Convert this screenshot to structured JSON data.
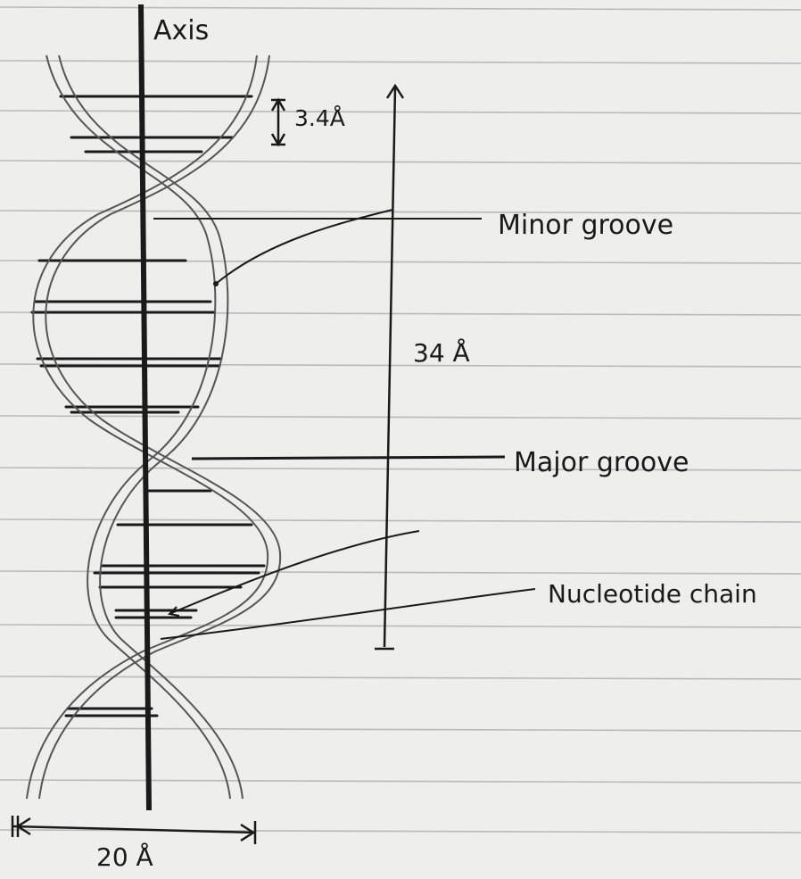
{
  "labels": {
    "axis": "Axis",
    "base_pair_spacing": "3.4Å",
    "helix_pitch": "34 Å",
    "minor_groove": "Minor groove",
    "major_groove": "Major groove",
    "nucleotide_chain": "Nucleotide chain",
    "helix_diameter": "20 Å"
  },
  "colors": {
    "paper": "#eeeeec",
    "rule_line": "#b9b9b9",
    "ink": "#1a1a1a",
    "strand": "#555555"
  }
}
